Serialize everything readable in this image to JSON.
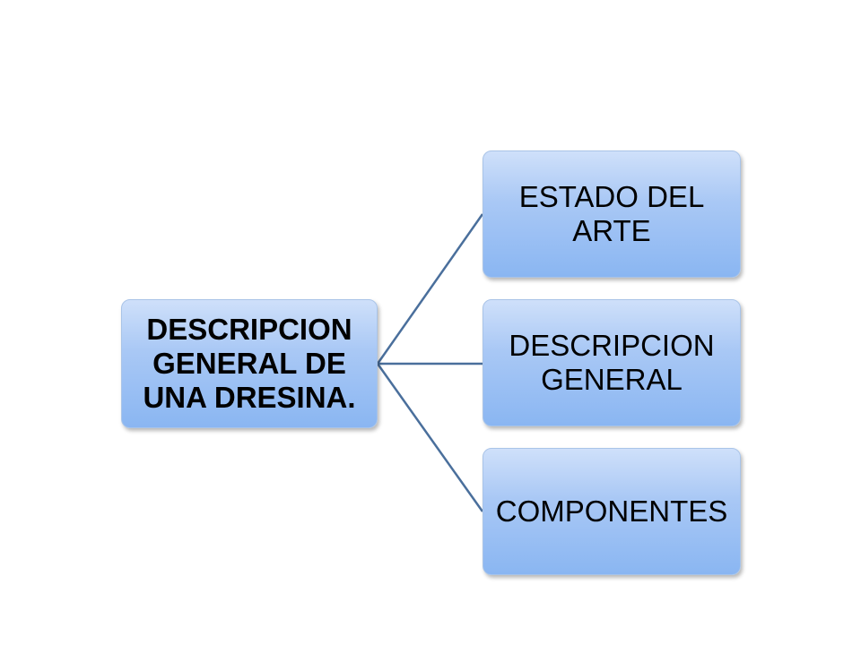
{
  "diagram": {
    "root": {
      "label": "DESCRIPCION\nGENERAL DE\nUNA DRESINA."
    },
    "children": [
      {
        "label": "ESTADO DEL\nARTE"
      },
      {
        "label": "DESCRIPCION\nGENERAL"
      },
      {
        "label": "COMPONENTES"
      }
    ],
    "colors": {
      "connector": "#4a6f9c",
      "node_fill_top": "#cfe0fa",
      "node_fill_bottom": "#8ab6f2",
      "node_border": "#a9c4e8"
    }
  }
}
